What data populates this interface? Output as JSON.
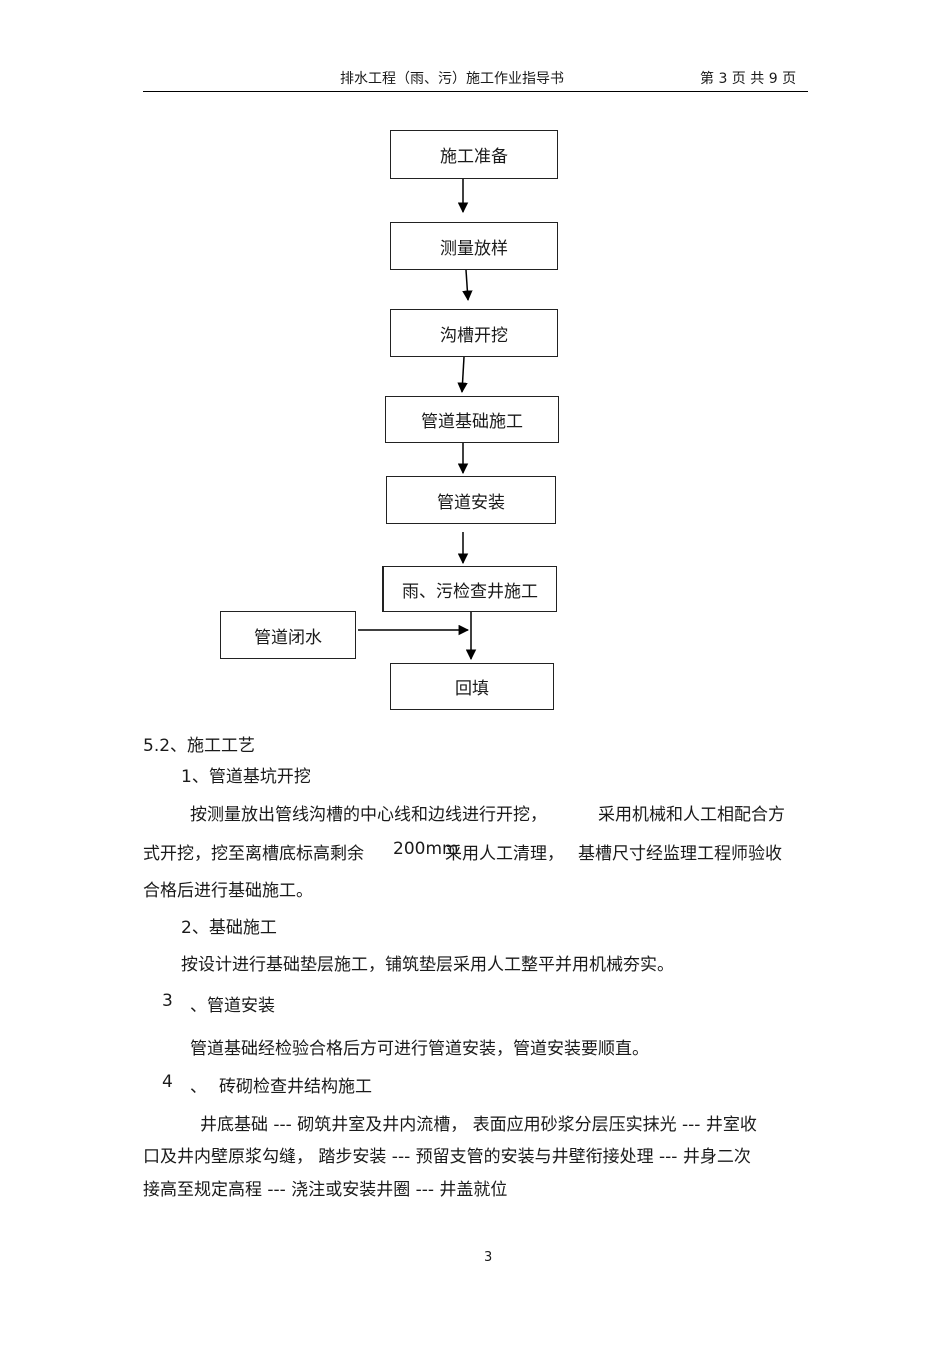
{
  "header": {
    "title": "排水工程（雨、污）施工作业指导书",
    "page_info": "第 3  页  共 9  页"
  },
  "flowchart": {
    "steps": [
      "施工准备",
      "测量放样",
      "沟槽开挖",
      "管道基础施工",
      "管道安装",
      "雨、污检查井施工",
      "回填"
    ],
    "side_step": "管道闭水"
  },
  "body": {
    "section_title": "5.2、施工工艺",
    "item1_title": "1、管道基坑开挖",
    "item1_line1a": "按测量放出管线沟槽的中心线和边线进行开挖，",
    "item1_line1b": "采用机械和人工相配合方",
    "item1_line2a": "式开挖，挖至离槽底标高剩余",
    "item1_line2b": "200mm",
    "item1_line2c": "采用人工清理，",
    "item1_line2d": "基槽尺寸经监理工程师验收",
    "item1_line3": "合格后进行基础施工。",
    "item2_title": "2、基础施工",
    "item2_line1": "按设计进行基础垫层施工，铺筑垫层采用人工整平并用机械夯实。",
    "item3_num": "3",
    "item3_title": "、管道安装",
    "item3_line1": "管道基础经检验合格后方可进行管道安装，管道安装要顺直。",
    "item4_num": "4",
    "item4_sep": "、",
    "item4_title": "砖砌检查井结构施工",
    "item4_line1": "井底基础 ---  砌筑井室及井内流槽，  表面应用砂浆分层压实抹光   ---  井室收",
    "item4_line2": "口及井内壁原浆勾缝，  踏步安装 ---  预留支管的安装与井壁衔接处理   ---  井身二次",
    "item4_line3": "接高至规定高程  ---  浇注或安装井圈  ---  井盖就位"
  },
  "footer": {
    "page_number": "3"
  }
}
